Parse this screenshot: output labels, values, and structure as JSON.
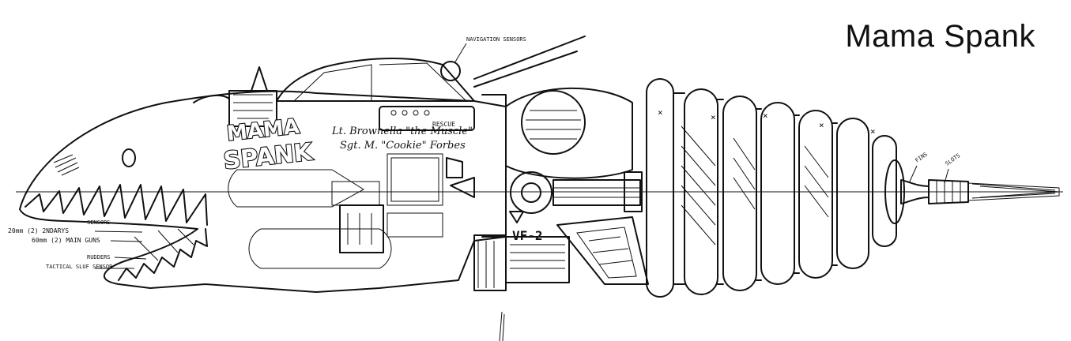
{
  "title": "Mama Spank",
  "nose_art": {
    "line1": "MAMA",
    "line2": "SPANK"
  },
  "crew_names": {
    "line1": "Lt. Brownella \"the Muscle\"",
    "line2": "Sgt. M. \"Cookie\" Forbes"
  },
  "hull_marking": "VF-2",
  "canopy_label": "RESCUE",
  "callouts": {
    "nav_sensors": "NAVIGATION SENSORS",
    "sensors": "SENSORS",
    "secondaries": "20mm (2) 2NDARYS",
    "main_guns": "60mm (2) MAIN GUNS",
    "rudders": "RUDDERS",
    "tactical_sensor": "TACTICAL SLUF SENSOR",
    "fins": "FINS",
    "slots": "SLOTS"
  }
}
